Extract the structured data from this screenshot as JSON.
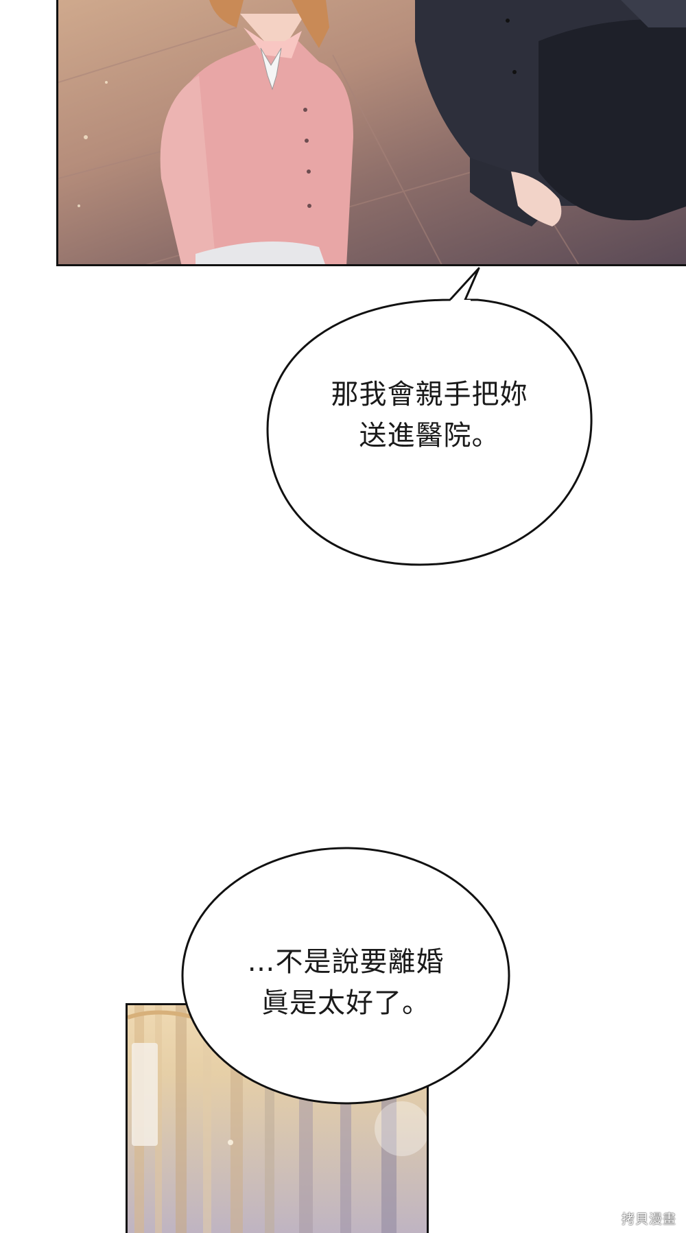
{
  "panels": {
    "top": {
      "scene": "two characters sitting on floor"
    },
    "bottom": {
      "scene": "curtained room"
    }
  },
  "bubbles": [
    {
      "lines": [
        "那我會親手把妳",
        "送進醫院。"
      ]
    },
    {
      "lines": [
        "…不是說要離婚",
        "眞是太好了。"
      ]
    }
  ],
  "watermark": "拷貝漫畫"
}
